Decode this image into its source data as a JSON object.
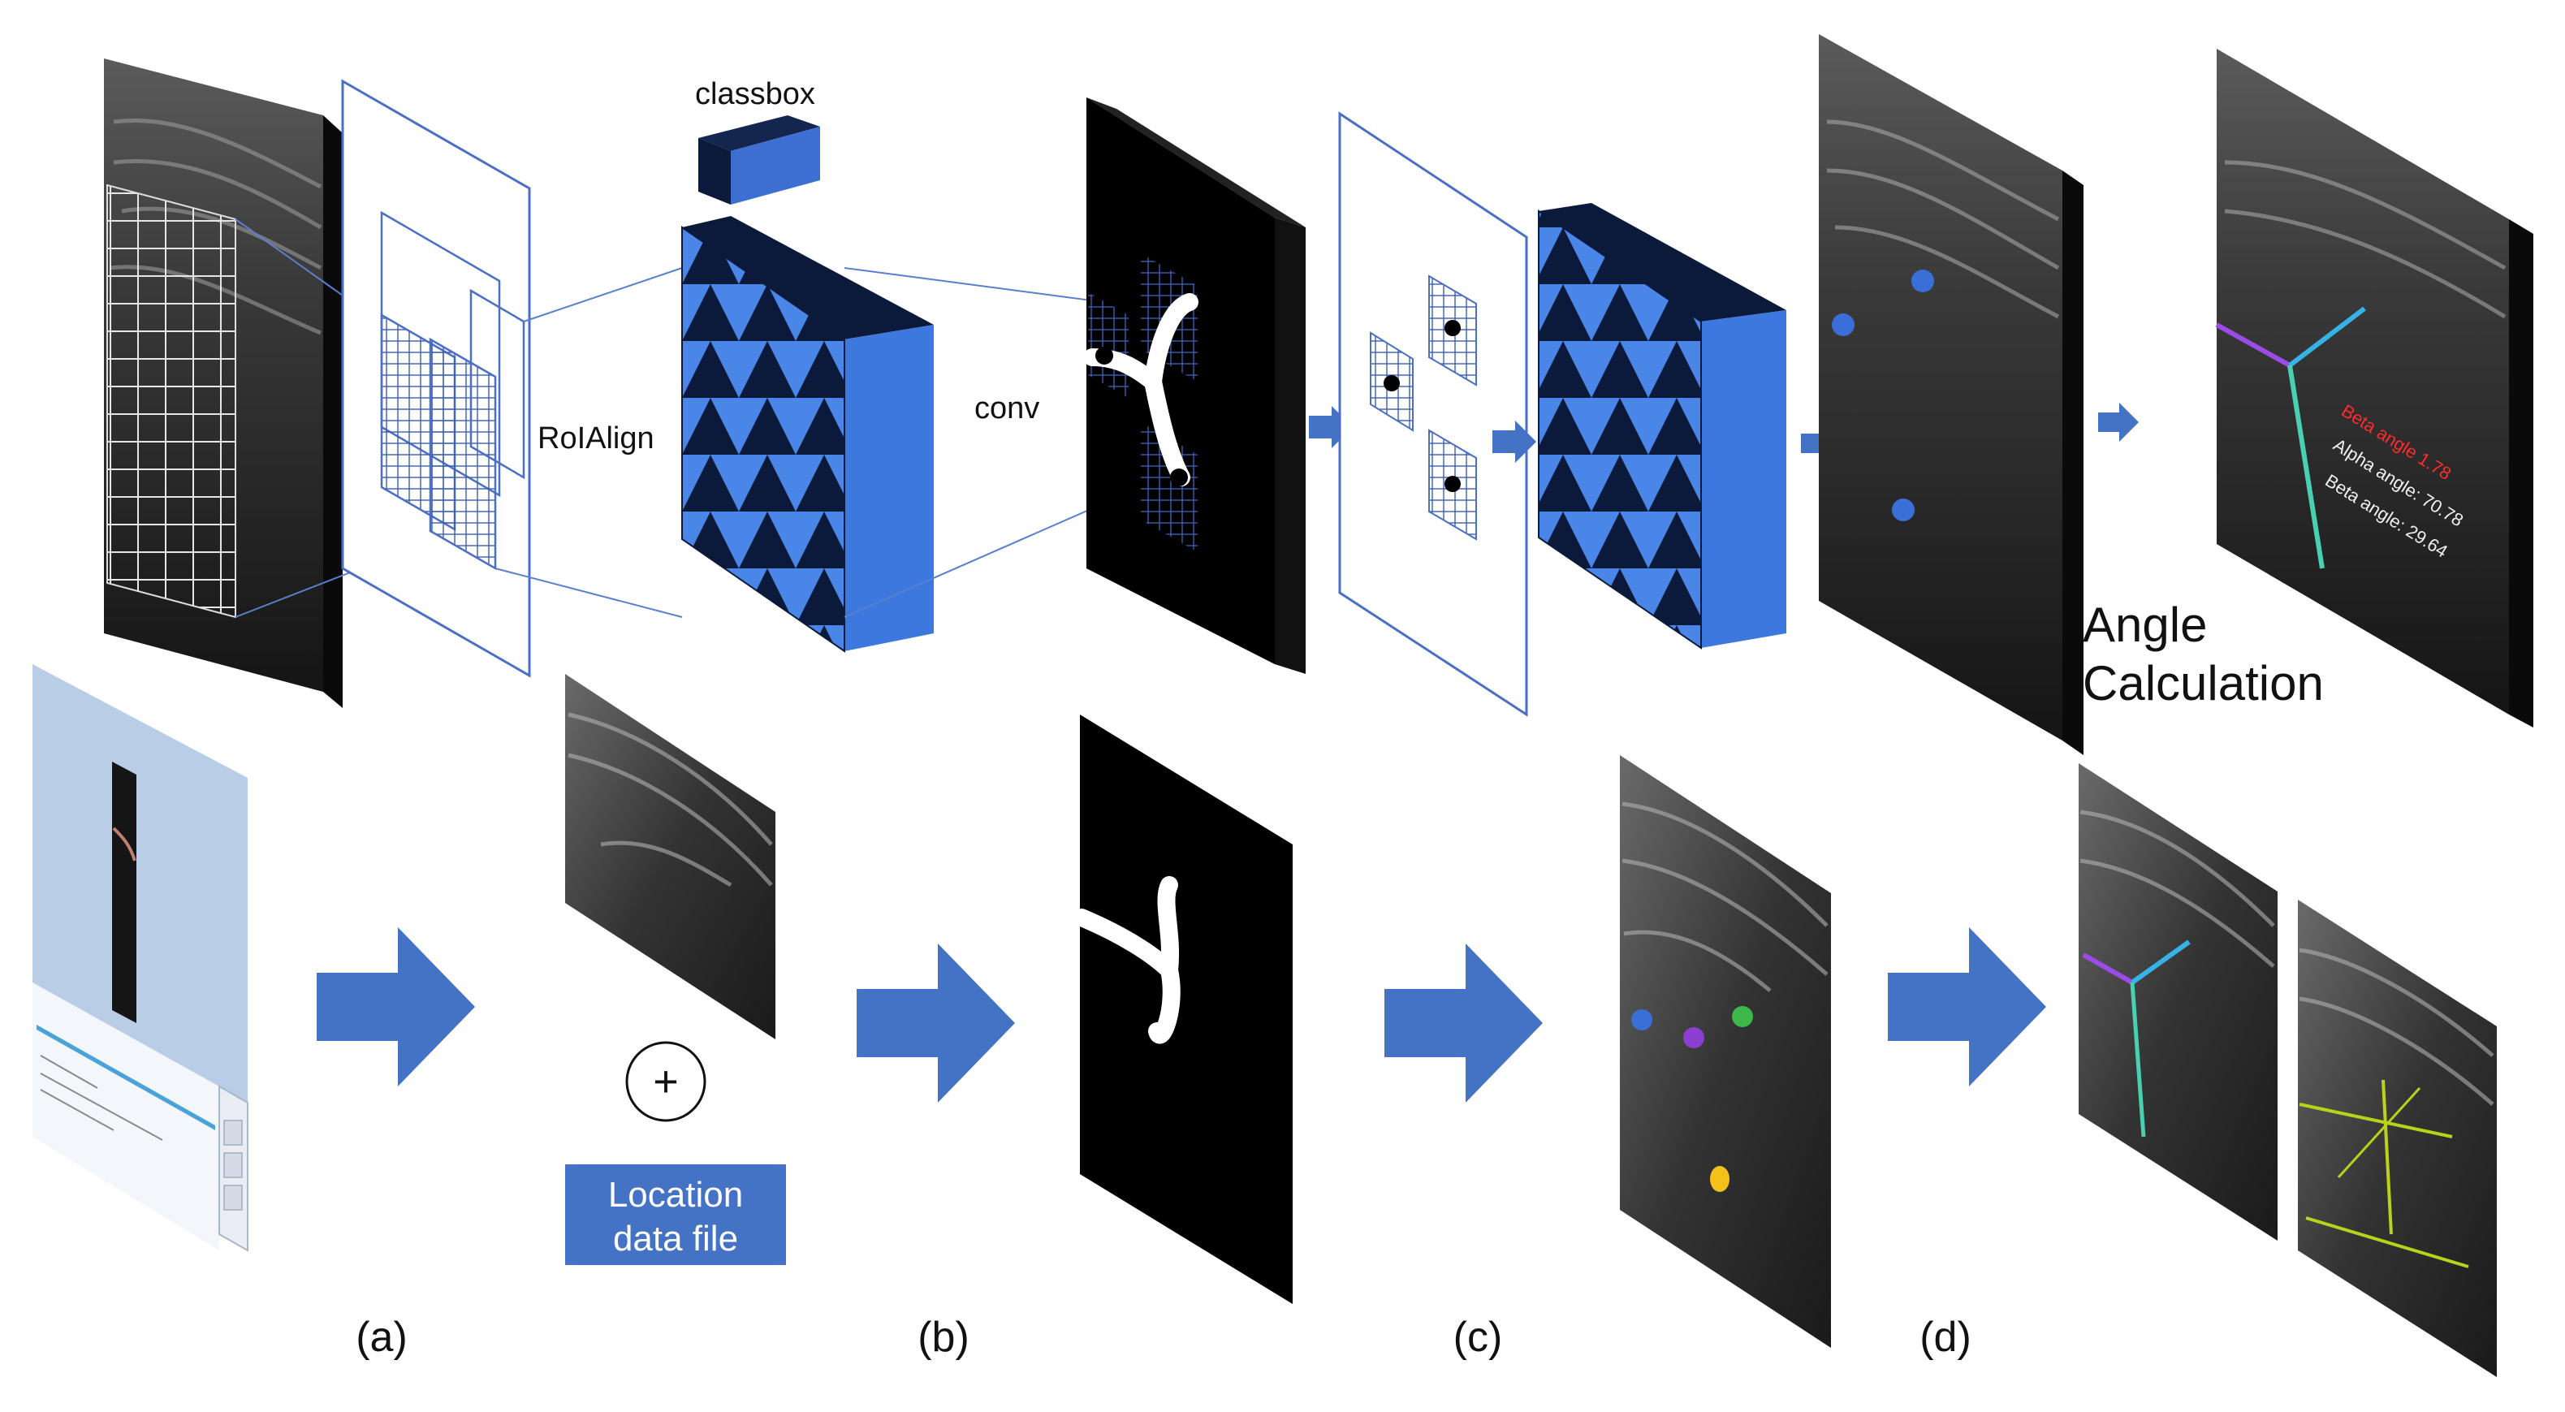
{
  "labels": {
    "classbox": "classbox",
    "roialign": "RoIAlign",
    "conv": "conv",
    "angle_calc_line1": "Angle",
    "angle_calc_line2": "Calculation",
    "location_line1": "Location",
    "location_line2": "data file",
    "plus": "+",
    "step_a": "(a)",
    "step_b": "(b)",
    "step_c": "(c)",
    "step_d": "(d)"
  },
  "overlay_text": {
    "line1": "Beta angle 1.78",
    "alpha": "Alpha angle: 70.78",
    "beta": "Beta angle: 29.64"
  },
  "colors": {
    "accent_blue": "#4472C4",
    "feature_block": "#4a86e8",
    "feature_dark": "#0b1a3a",
    "marker_blue": "#3a6fd8",
    "marker_purple": "#8a3fd1",
    "marker_green": "#3cb84a",
    "marker_yellow": "#f2c21b",
    "line_purple": "#9a4ce6",
    "line_cyan": "#35b3e6",
    "line_teal": "#48d0b0",
    "line_olive": "#b9d21c",
    "overlay_red": "#ff2b2b"
  }
}
